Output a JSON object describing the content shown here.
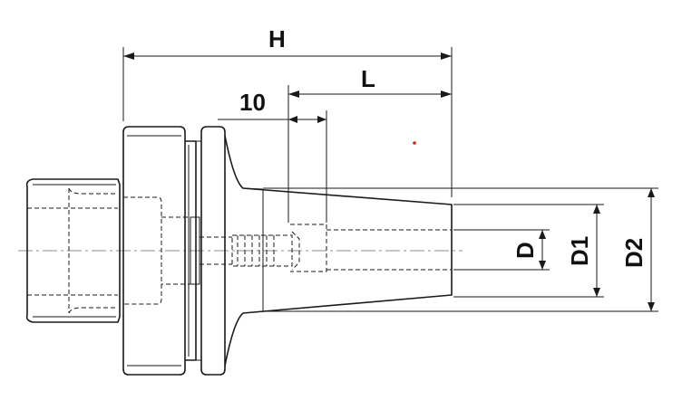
{
  "labels": {
    "h": "H",
    "l": "L",
    "ten": "10",
    "d": "D",
    "d1": "D1",
    "d2": "D2"
  },
  "colors": {
    "line": "#1a1a1a",
    "mark": "#cc2222"
  }
}
